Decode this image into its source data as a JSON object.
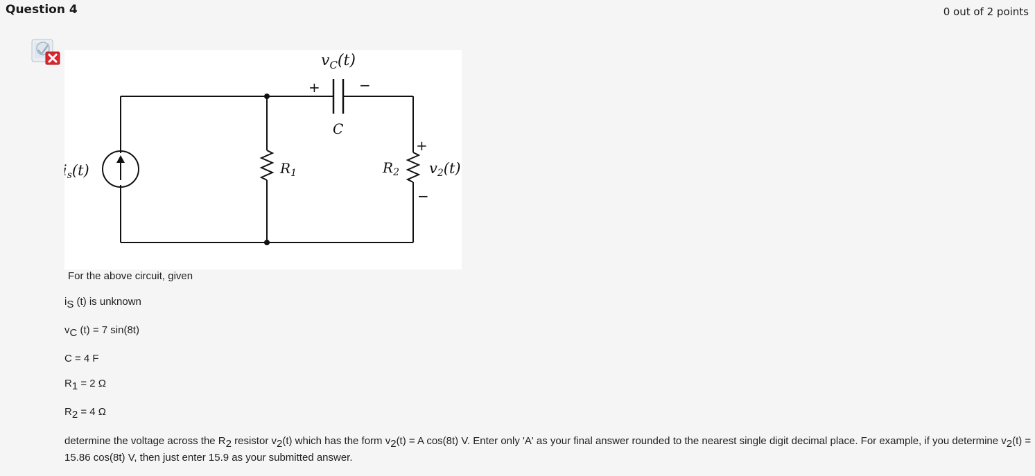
{
  "question": {
    "title": "Question 4",
    "points": "0 out of 2 points"
  },
  "status_icon": "incorrect-x-icon",
  "circuit": {
    "vc_label": "v",
    "vc_sub": "C",
    "vc_arg": "(t)",
    "plus": "+",
    "minus": "−",
    "cap_label": "C",
    "is_label": "i",
    "is_sub": "s",
    "is_arg": "(t)",
    "r1_label": "R",
    "r1_sub": "1",
    "r2_label": "R",
    "r2_sub": "2",
    "v2_label": "v",
    "v2_sub": "2",
    "v2_arg": "(t)"
  },
  "given": {
    "intro": "For the above circuit, given",
    "is_pre": "i",
    "is_sub": "S",
    "is_post": " (t) is unknown",
    "vc_pre": "v",
    "vc_sub": "C",
    "vc_post": " (t) = 7 sin(8t)",
    "c_line": "C = 4 F",
    "r1_pre": "R",
    "r1_sub": "1",
    "r1_post": " = 2 Ω",
    "r2_pre": "R",
    "r2_sub": "2",
    "r2_post": " = 4 Ω"
  },
  "prompt": {
    "p1": "determine the voltage across the R",
    "p1_sub": "2",
    "p2": " resistor v",
    "p2_sub": "2",
    "p3": "(t) which has the form v",
    "p3_sub": "2",
    "p4": "(t) = A cos(8t) V.   Enter only 'A' as your final answer rounded to the nearest single digit decimal place.  For example, if you determine v",
    "p4_sub": "2",
    "p5": "(t) = 15.86 cos(8t) V, then just enter 15.9 as your submitted answer."
  }
}
